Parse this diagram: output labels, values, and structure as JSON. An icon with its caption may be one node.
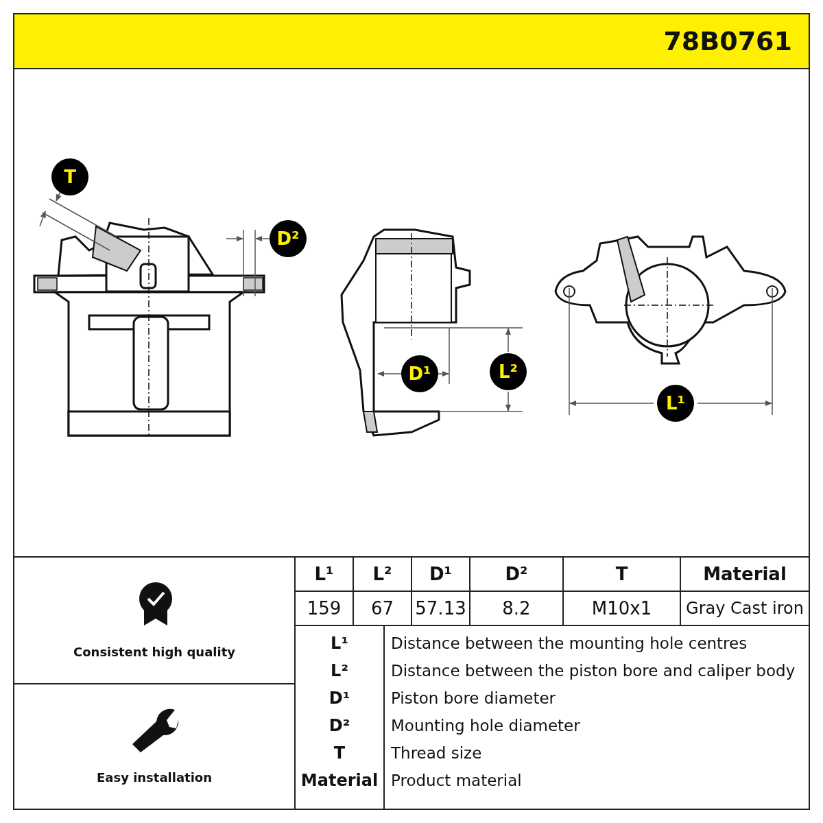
{
  "diagram": {
    "labels": [
      "78B0761",
      "T",
      "D²",
      "D¹",
      "L²",
      "L¹",
      "L¹",
      "L²",
      "D¹",
      "D²",
      "T",
      "Material",
      "159",
      "67",
      "57.13",
      "8.2",
      "M10x1",
      "Gray Cast iron",
      "Consistent high quality",
      "L¹",
      "Distance between the mounting hole centres",
      "L²",
      "Distance between the piston bore and caliper body",
      "D¹",
      "Piston bore diameter",
      "D²",
      "Mounting hole diameter",
      "T",
      "Thread size",
      "Easy installation",
      "Material",
      "Product material"
    ]
  }
}
